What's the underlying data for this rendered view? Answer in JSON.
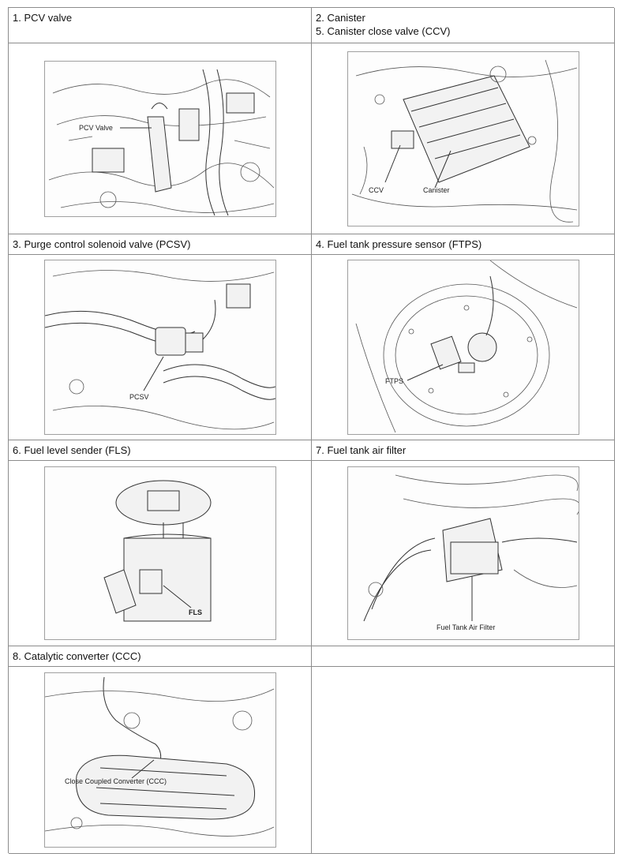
{
  "cells": {
    "c1": {
      "header": "1. PCV valve",
      "callout": "PCV Valve"
    },
    "c2": {
      "header_line1": "2. Canister",
      "header_line2": "5. Canister close valve (CCV)",
      "callout_a": "CCV",
      "callout_b": "Canister"
    },
    "c3": {
      "header": "3. Purge control solenoid valve (PCSV)",
      "callout": "PCSV"
    },
    "c4": {
      "header": "4. Fuel tank pressure sensor (FTPS)",
      "callout": "FTPS"
    },
    "c6": {
      "header": "6. Fuel level sender (FLS)",
      "callout": "FLS"
    },
    "c7": {
      "header": "7. Fuel tank air filter",
      "callout": "Fuel Tank Air Filter"
    },
    "c8": {
      "header": "8. Catalytic converter (CCC)",
      "callout": "Close Coupled Converter (CCC)"
    }
  }
}
